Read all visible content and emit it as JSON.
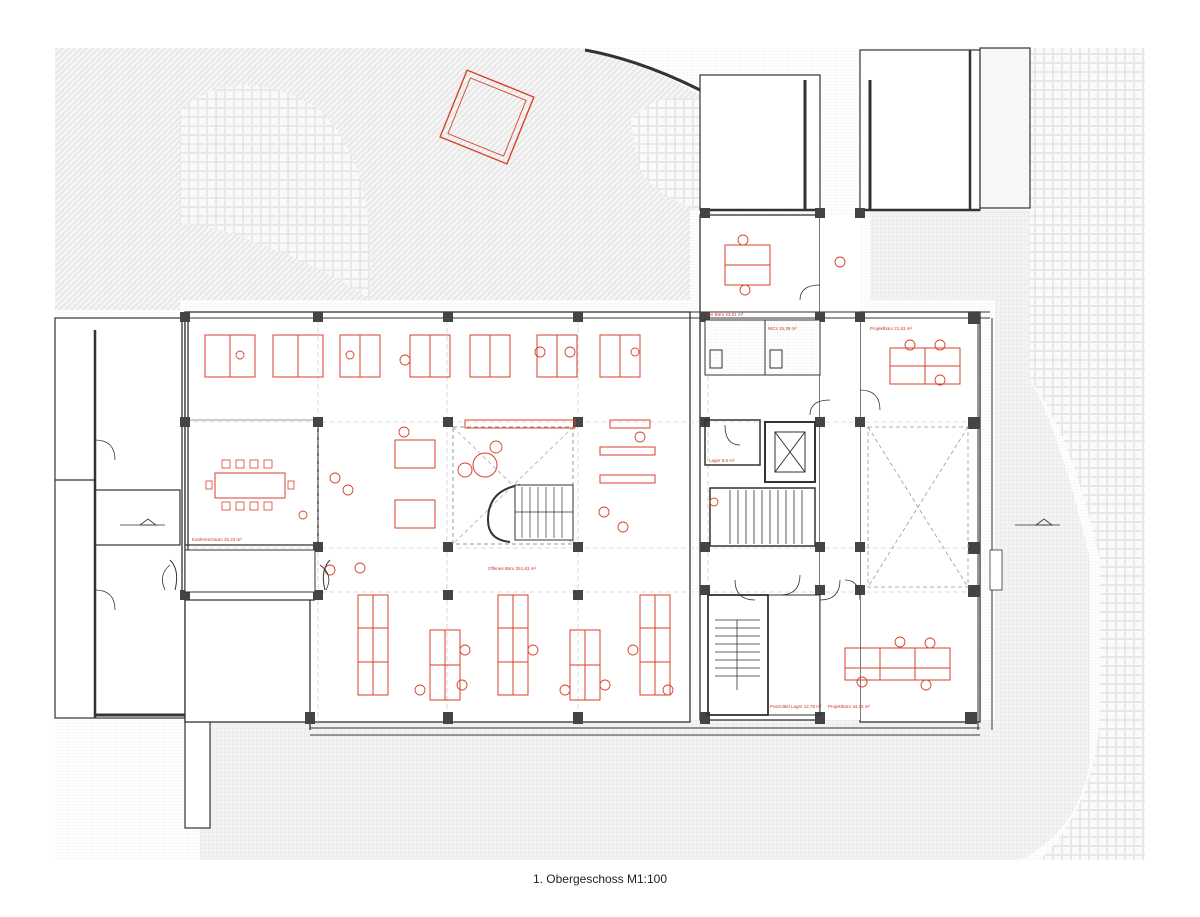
{
  "caption": "1. Obergeschoss M1:100",
  "rooms": {
    "konferenzraum": "Konferenzraum 32,23 m²",
    "offenes_buero": "Offenes Büro 351,63 m²",
    "zweierbuero": "2er Büro 23,01 m²",
    "wcs": "WCs 15,39 m²",
    "lager": "Lager 6,6 m²",
    "projektbuero_oben": "Projektbüro 21,53 m²",
    "projektbuero_unten": "Projektbüro 34,25 m²",
    "putzmittel_lager": "Putzmittel Lager 12,76 m²"
  },
  "colors": {
    "furniture": "#d9412b",
    "walls": "#333333",
    "ground_hatch": "#cfcfcf",
    "paving": "#e3e3e3"
  }
}
